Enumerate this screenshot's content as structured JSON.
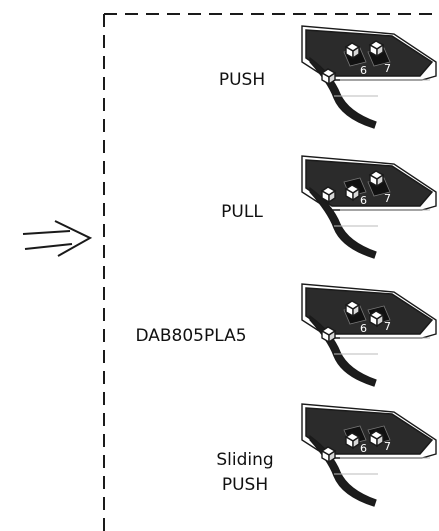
{
  "settings": [
    {
      "label": "PUSH",
      "switch_up": [
        false,
        true,
        true
      ],
      "numbers": [
        "6",
        "7"
      ]
    },
    {
      "label": "PULL",
      "switch_up": [
        true,
        false,
        true
      ],
      "numbers": [
        "6",
        "7"
      ]
    },
    {
      "label": "DAB805PLA5",
      "switch_up": [
        false,
        true,
        false
      ],
      "numbers": [
        "6",
        "7"
      ]
    },
    {
      "label": "Sliding",
      "label2": "PUSH",
      "switch_up": [
        false,
        false,
        false
      ],
      "numbers": [
        "6",
        "7"
      ]
    }
  ],
  "colors": {
    "line": "#1a1a1a",
    "body": "#555555",
    "body_dark": "#2b2b2b",
    "knob": "#ffffff"
  }
}
